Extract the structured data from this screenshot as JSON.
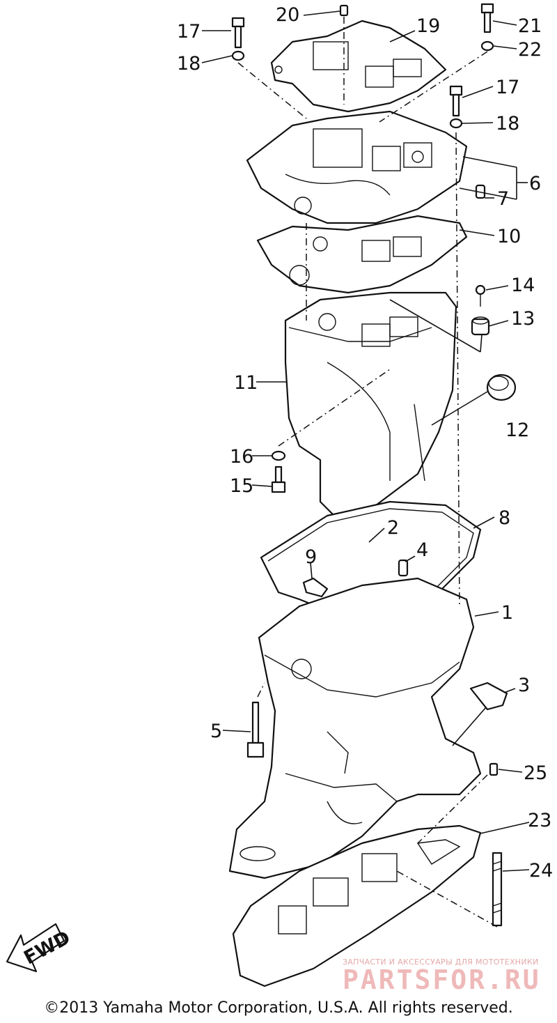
{
  "diagram": {
    "callouts": [
      "1",
      "2",
      "3",
      "4",
      "5",
      "6",
      "7",
      "8",
      "9",
      "10",
      "11",
      "12",
      "13",
      "14",
      "15",
      "16",
      "17",
      "17",
      "18",
      "18",
      "19",
      "20",
      "21",
      "22",
      "23",
      "24",
      "25"
    ],
    "direction_arrow": "FWD"
  },
  "footer": {
    "copyright": "©2013 Yamaha Motor Corporation, U.S.A. All rights reserved."
  },
  "watermark": {
    "tagline": "ЗАПЧАСТИ И АКСЕССУАРЫ ДЛЯ МОТОТЕХНИКИ",
    "brand": "PARTSFOR.RU"
  }
}
